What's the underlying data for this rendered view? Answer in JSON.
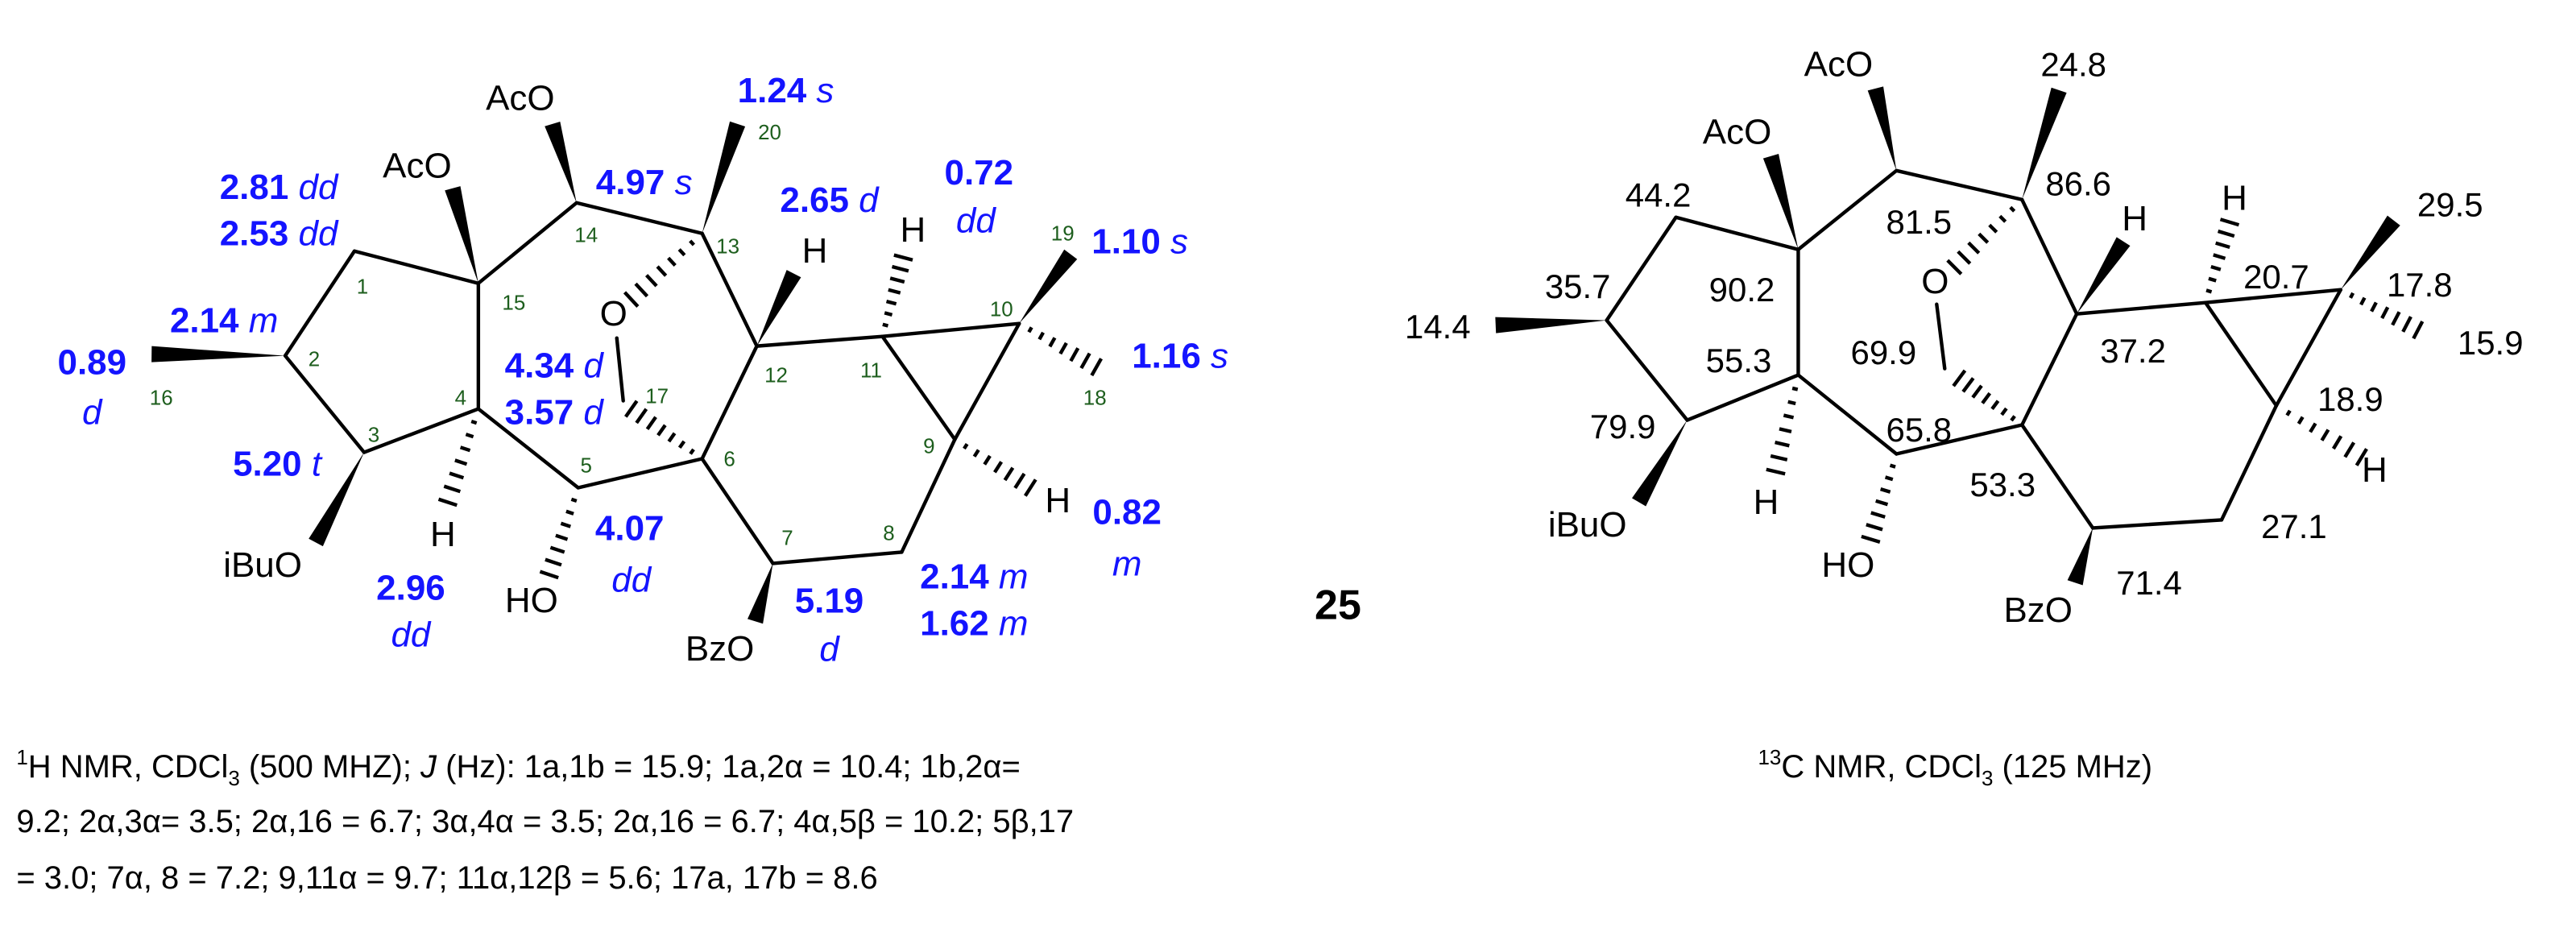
{
  "compound_number": "25",
  "colors": {
    "shift": "#1414ff",
    "atom_number": "#1d5e1d",
    "structure": "#000000"
  },
  "substituents": {
    "acetoxy": "AcO",
    "isobutyryloxy": "iBuO",
    "benzoyloxy": "BzO",
    "hydroxy": "HO",
    "hydrogen": "H",
    "oxygen": "O"
  },
  "h_nmr": {
    "atom_numbers": [
      "1",
      "2",
      "3",
      "4",
      "5",
      "6",
      "7",
      "8",
      "9",
      "10",
      "11",
      "12",
      "13",
      "14",
      "15",
      "16",
      "17",
      "18",
      "19",
      "20"
    ],
    "shifts": {
      "h1a": {
        "value": "2.81",
        "mult": "dd"
      },
      "h1b": {
        "value": "2.53",
        "mult": "dd"
      },
      "h2": {
        "value": "2.14",
        "mult": "m"
      },
      "h16": {
        "value": "0.89",
        "mult": "d"
      },
      "h3": {
        "value": "5.20",
        "mult": "t"
      },
      "h4": {
        "value": "2.96",
        "mult": "dd"
      },
      "h17a": {
        "value": "4.34",
        "mult": "d"
      },
      "h17b": {
        "value": "3.57",
        "mult": "d"
      },
      "h5": {
        "value": "4.07",
        "mult": "dd"
      },
      "h14": {
        "value": "4.97",
        "mult": "s"
      },
      "h20": {
        "value": "1.24",
        "mult": "s"
      },
      "h12": {
        "value": "2.65",
        "mult": "d"
      },
      "h11": {
        "value": "0.72",
        "mult": "dd"
      },
      "h19": {
        "value": "1.10",
        "mult": "s"
      },
      "h18": {
        "value": "1.16",
        "mult": "s"
      },
      "h9": {
        "value": "0.82",
        "mult": "m"
      },
      "h7": {
        "value": "5.19",
        "mult": "d"
      },
      "h8a": {
        "value": "2.14",
        "mult": "m"
      },
      "h8b": {
        "value": "1.62",
        "mult": "m"
      }
    },
    "caption": {
      "sup": "1",
      "nucleus": "H NMR, CDCl",
      "sub": "3",
      "freq": " (500 MHZ); ",
      "j": "J",
      "line1": " (Hz): 1a,1b = 15.9; 1a,2α = 10.4; 1b,2α=",
      "line2": "9.2; 2α,3α= 3.5; 2α,16 = 6.7; 3α,4α = 3.5; 2α,16 = 6.7; 4α,5β = 10.2; 5β,17",
      "line3": "= 3.0; 7α, 8 = 7.2; 9,11α = 9.7; 11α,12β = 5.6; 17a, 17b = 8.6"
    }
  },
  "c_nmr": {
    "shifts": {
      "c1": "44.2",
      "c2": "35.7",
      "c16": "14.4",
      "c15": "90.2",
      "c4": "55.3",
      "c3": "79.9",
      "c14": "81.5",
      "c13": "86.6",
      "c20": "24.8",
      "c17": "69.9",
      "c5": "65.8",
      "c6": "53.3",
      "c12": "37.2",
      "c11": "20.7",
      "c10": "17.8",
      "c19": "29.5",
      "c18": "15.9",
      "c9": "18.9",
      "c8": "27.1",
      "c7": "71.4"
    },
    "caption": {
      "sup": "13",
      "nucleus": "C NMR, CDCl",
      "sub": "3",
      "freq": " (125 MHz)"
    }
  }
}
